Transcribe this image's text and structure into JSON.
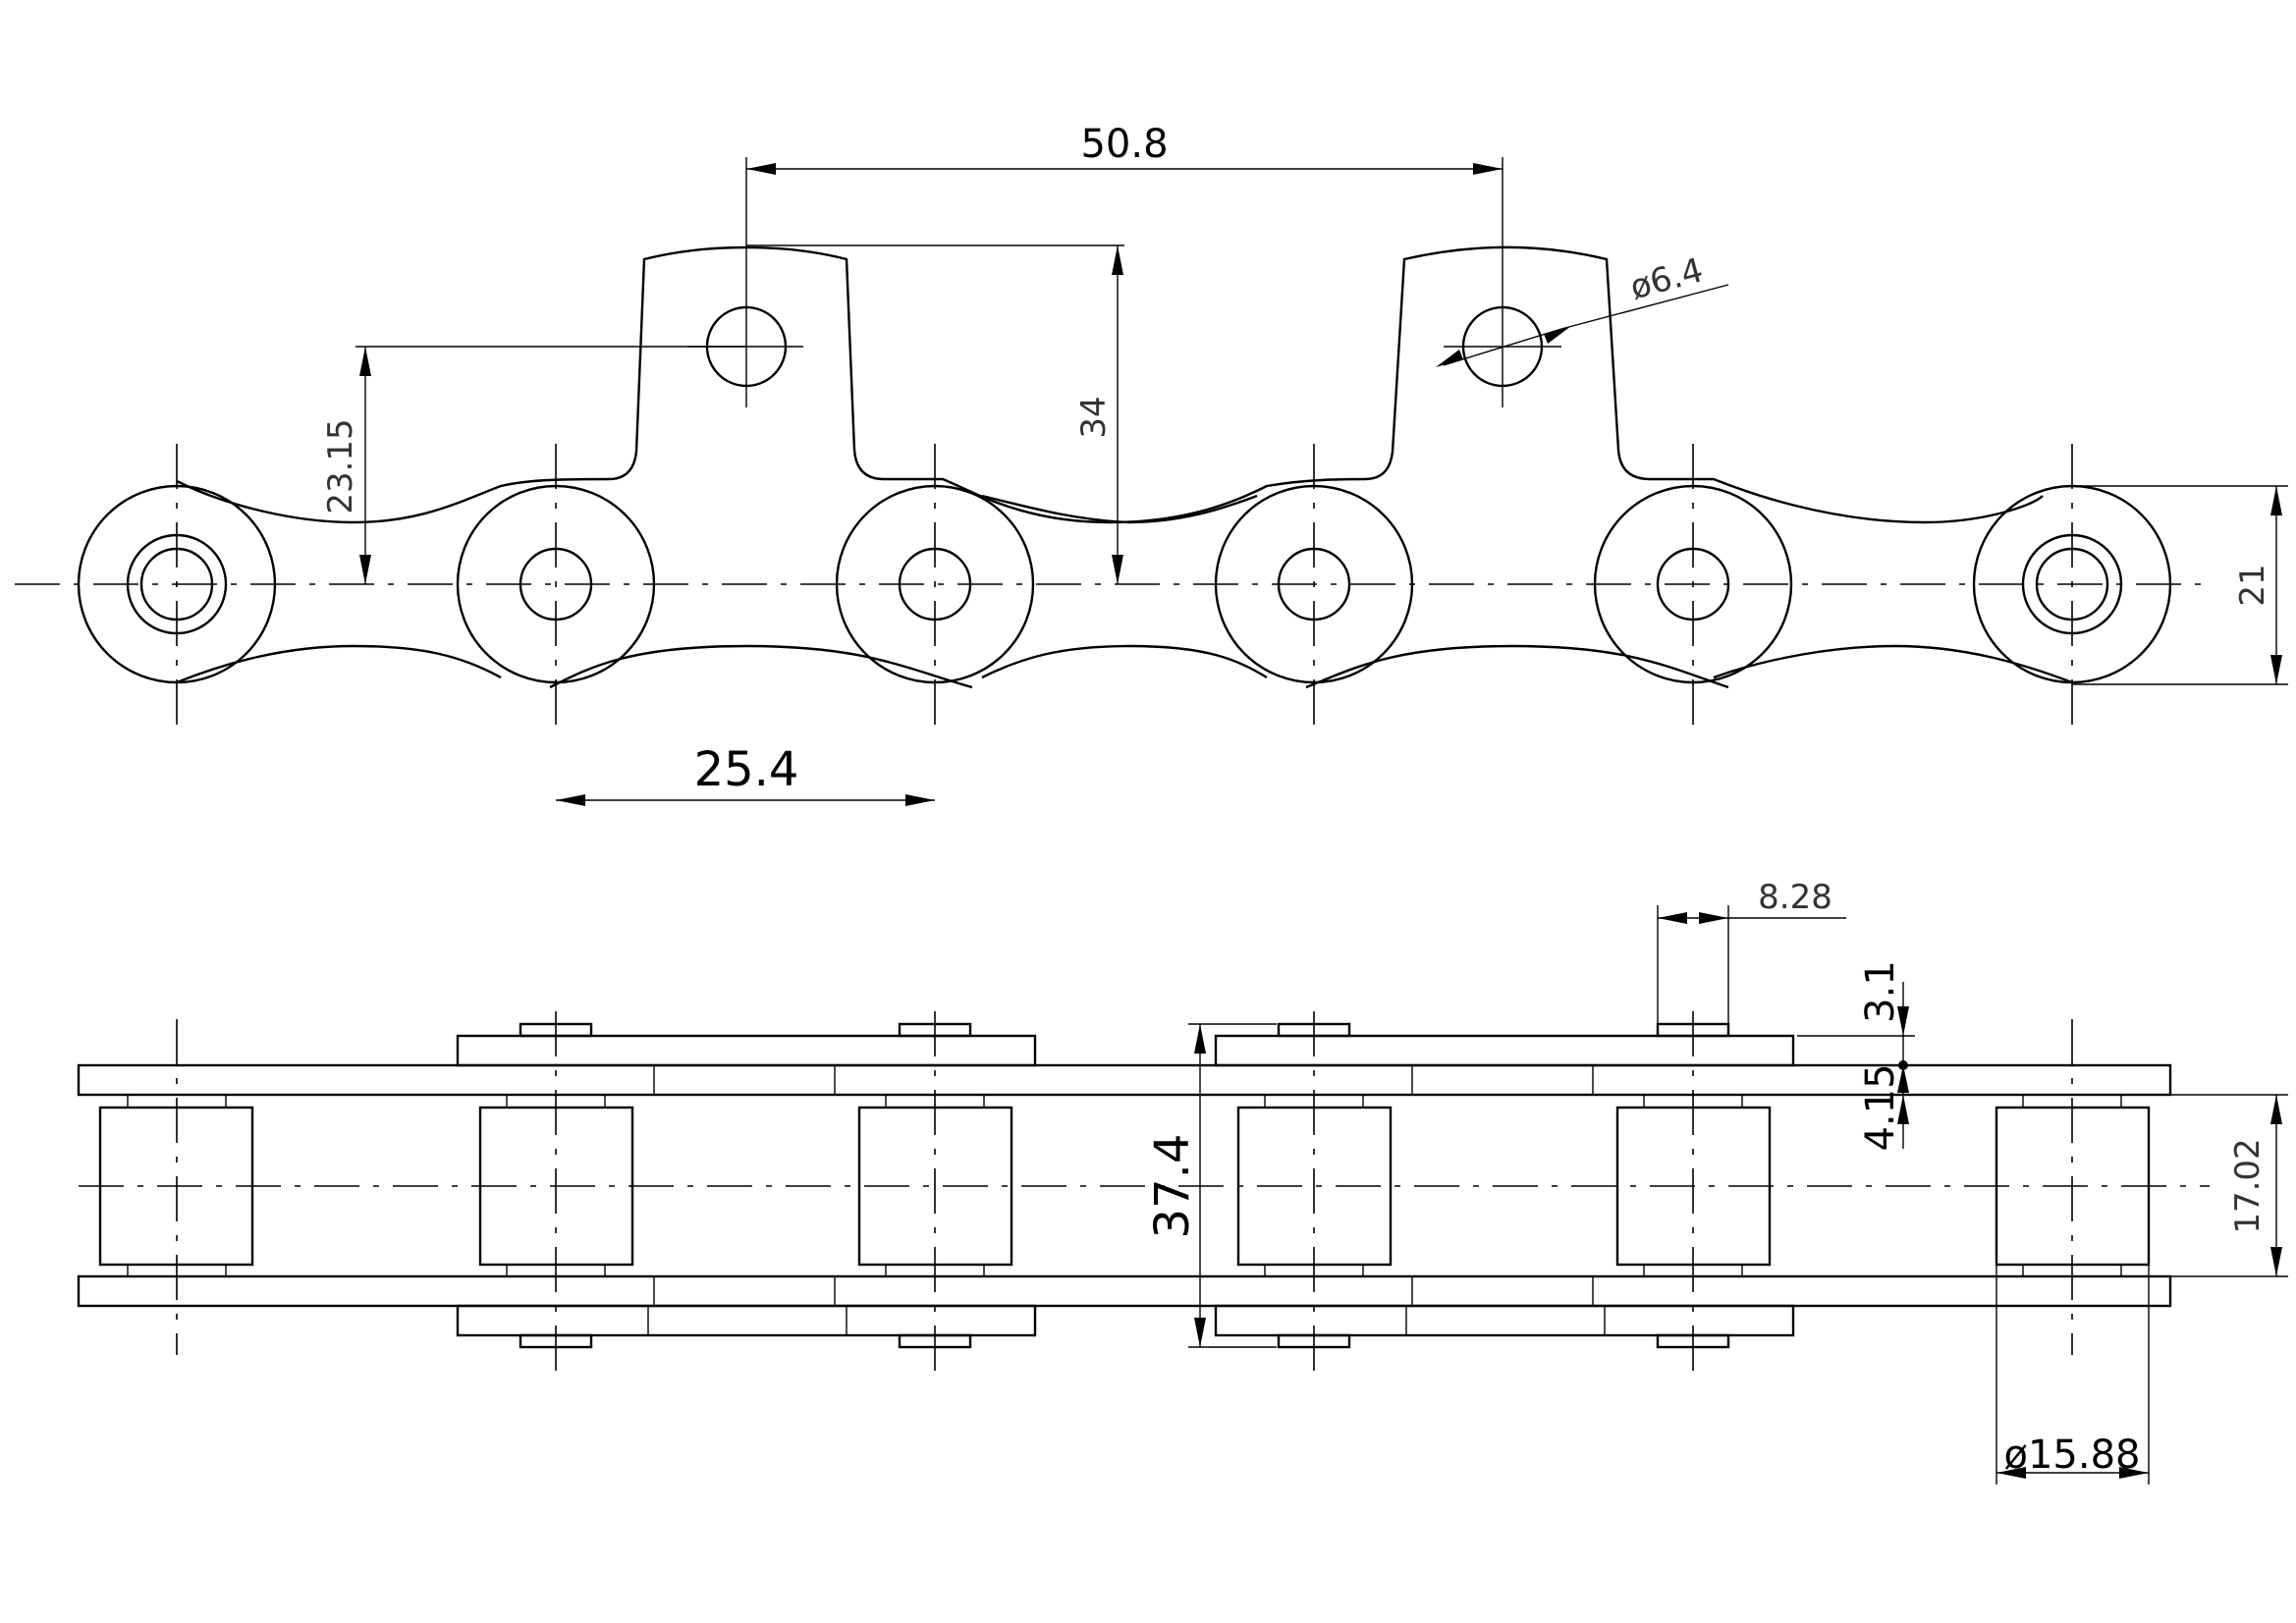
{
  "drawing": {
    "top_view": {
      "dimensions": {
        "tab_pitch": "50.8",
        "hole_diameter": "ø6.4",
        "tab_height": "34",
        "hole_center_height": "23.15",
        "link_height": "21",
        "pitch": "25.4"
      }
    },
    "side_view": {
      "dimensions": {
        "plate_thickness": "8.28",
        "attachment_thickness": "3.1",
        "plate_offset": "4.15",
        "overall_width": "37.4",
        "inner_width": "17.02",
        "roller_diameter": "ø15.88"
      }
    }
  }
}
